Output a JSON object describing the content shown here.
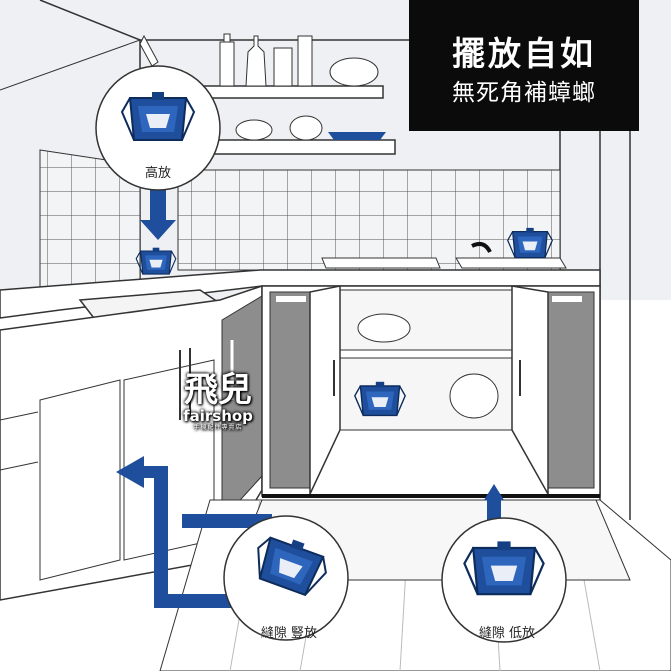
{
  "headline": {
    "main": "擺放自如",
    "sub": "無死角補蟑螂"
  },
  "callouts": {
    "high": "高放",
    "vertical": "縫隙 豎放",
    "low": "縫隙 低放"
  },
  "watermark": {
    "mark": "飛兒",
    "name": "fairshop",
    "tagline": "手機配件專賣店"
  },
  "colors": {
    "accent_blue": "#1f4f9c",
    "line": "#2b2b2b",
    "wall": "#eef0f3",
    "cabinet_grey": "#8d8d8d",
    "title_bg": "#0b0b0b"
  }
}
